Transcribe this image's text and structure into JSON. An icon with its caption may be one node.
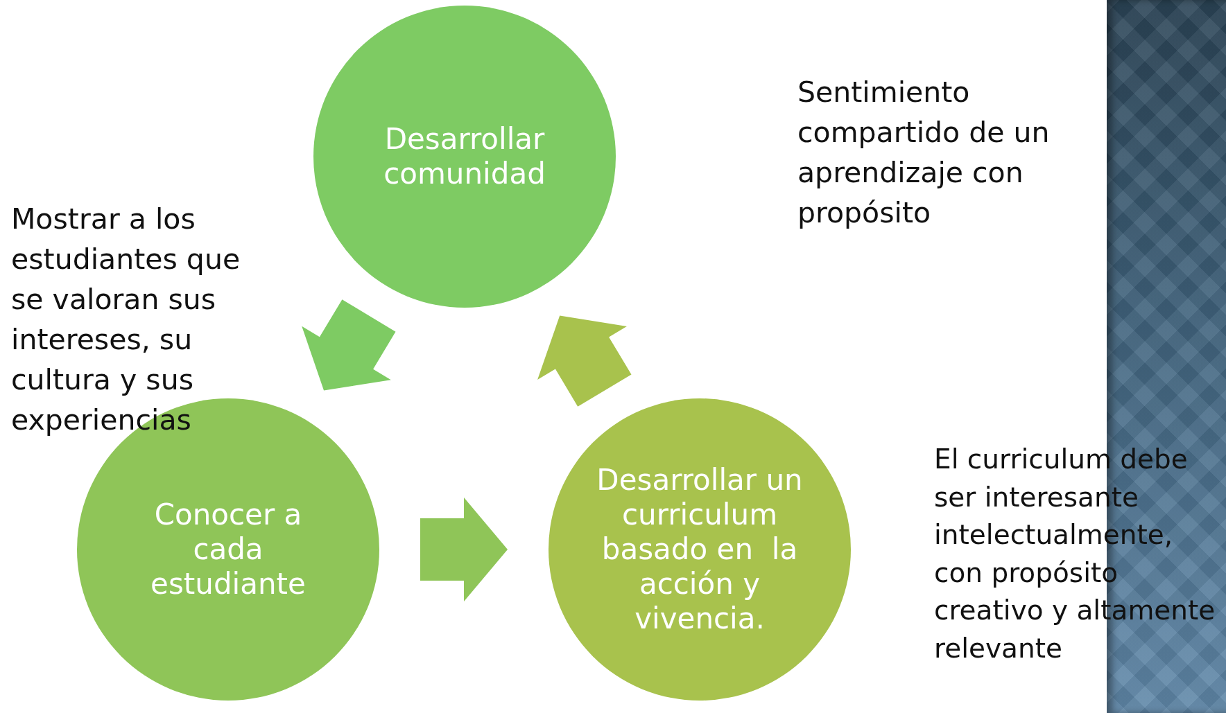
{
  "diagram": {
    "nodes": [
      {
        "text": [
          "Desarrollar comunidad"
        ]
      },
      {
        "text": [
          "Conocer a cada estudiante"
        ]
      },
      {
        "text": [
          "Desarrollar un curriculum basado en  la acción y vivencia."
        ]
      }
    ],
    "edges": [
      {
        "from": 0,
        "to": 1,
        "arrow": "to",
        "color": "#7ecb63"
      },
      {
        "from": 1,
        "to": 2,
        "arrow": "to",
        "color": "#8fc558"
      },
      {
        "from": 2,
        "to": 0,
        "arrow": "to",
        "color": "#a8c24d"
      }
    ],
    "labels": [
      "Sentimiento compartido de un aprendizaje con propósito",
      "Mostrar a los estudiantes que se valoran sus intereses, su cultura y sus experiencias",
      "El curriculum debe ser interesante intelectualmente, con propósito creativo y altamente relevante"
    ]
  }
}
